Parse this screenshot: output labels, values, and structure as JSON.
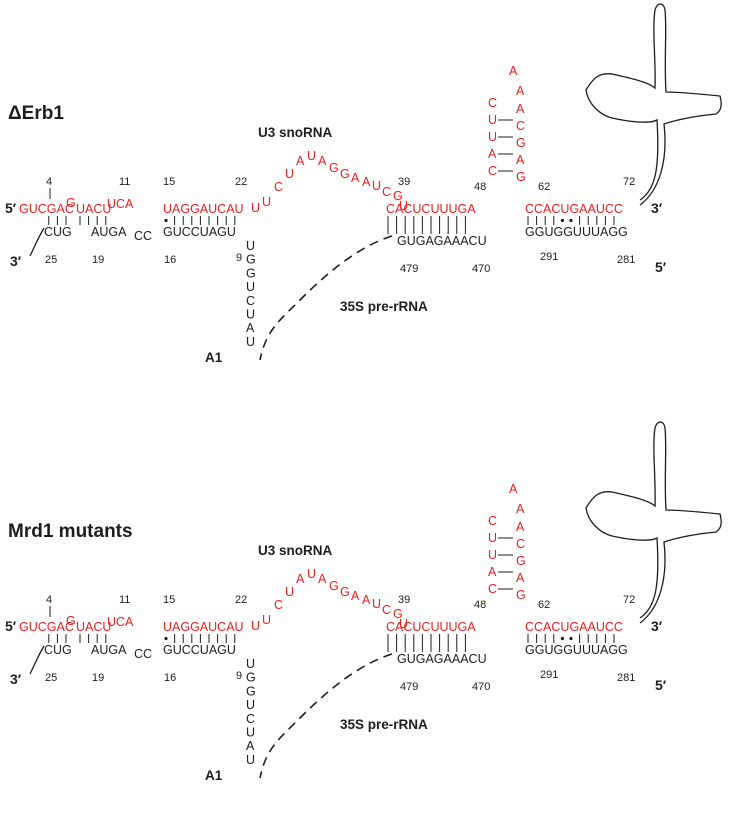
{
  "panels": [
    {
      "title": "ΔErb1",
      "u3_label": "U3 snoRNA",
      "pre_rrna_label": "35S pre-rRNA",
      "a1_label": "A1"
    },
    {
      "title": "Mrd1 mutants",
      "u3_label": "U3 snoRNA",
      "pre_rrna_label": "35S pre-rRNA",
      "a1_label": "A1"
    }
  ],
  "ends": {
    "five_prime": "5′",
    "three_prime": "3′"
  },
  "u3_segments": {
    "box1": "GUCGAC",
    "bulge1": "G",
    "box2": "UACU",
    "bulge2": "UCA",
    "box3": "UAGGAUCAU",
    "loop": [
      "U",
      "U",
      "C",
      "U",
      "A",
      "U",
      "A",
      "G",
      "G",
      "A",
      "A",
      "U",
      "C",
      "G",
      "U"
    ],
    "box4": "CACUCUUUGA",
    "hairpin_left": [
      "C",
      "U",
      "U",
      "A",
      "C"
    ],
    "hairpin_right": [
      "A",
      "A",
      "A",
      "C",
      "G",
      "A",
      "G"
    ],
    "box5": "CCACUGAAUCC"
  },
  "pre_segments": {
    "p1": "CUG",
    "p2": "AUGA",
    "p2b": "CC",
    "p3": "GUCCUAGU",
    "stem_down": [
      "U",
      "G",
      "G",
      "U",
      "C",
      "U",
      "A",
      "U"
    ],
    "p4": "GUGAGAAACU",
    "p5": "GGUGGUUUAGG"
  },
  "numbers": {
    "n4": "4",
    "n11": "11",
    "n15": "15",
    "n22": "22",
    "n39": "39",
    "n48": "48",
    "n62": "62",
    "n72": "72",
    "n25": "25",
    "n19": "19",
    "n16": "16",
    "n9": "9",
    "n479": "479",
    "n470": "470",
    "n291": "291",
    "n281": "281"
  }
}
